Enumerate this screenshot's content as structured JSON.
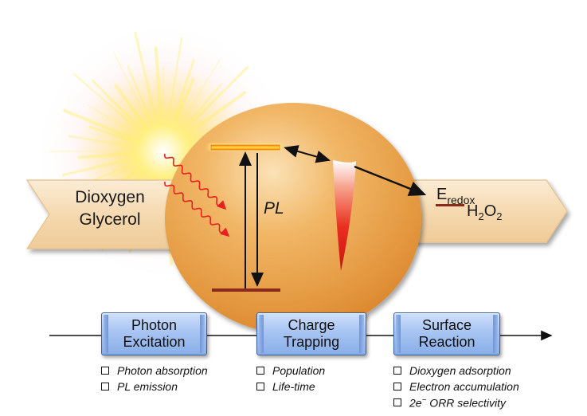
{
  "inputs": {
    "line1": "Dioxygen",
    "line2": "Glycerol"
  },
  "particle": {
    "pl_label": "PL"
  },
  "output": {
    "e_main": "E",
    "e_sub": "redox",
    "h2o2_H": "H",
    "h2o2_sub1": "2",
    "h2o2_O": "O",
    "h2o2_sub2": "2"
  },
  "stages": [
    {
      "line1": "Photon",
      "line2": "Excitation",
      "items": [
        "Photon absorption",
        "PL emission"
      ]
    },
    {
      "line1": "Charge",
      "line2": "Trapping",
      "items": [
        "Population",
        "Life-time"
      ]
    },
    {
      "line1": "Surface",
      "line2": "Reaction",
      "items": [
        "Dioxygen adsorption",
        "Electron accumulation"
      ],
      "orr": {
        "prefix": "2e",
        "sup": "−",
        "suffix": " ORR selectivity"
      }
    }
  ],
  "colors": {
    "particle": "#e9a24a",
    "arrow_band": "#f6ddb7",
    "stage_box": "#a8c4f2",
    "level": "#8a2a1a",
    "excited_glow": "#ffd23a",
    "wavy": "#e82020"
  }
}
